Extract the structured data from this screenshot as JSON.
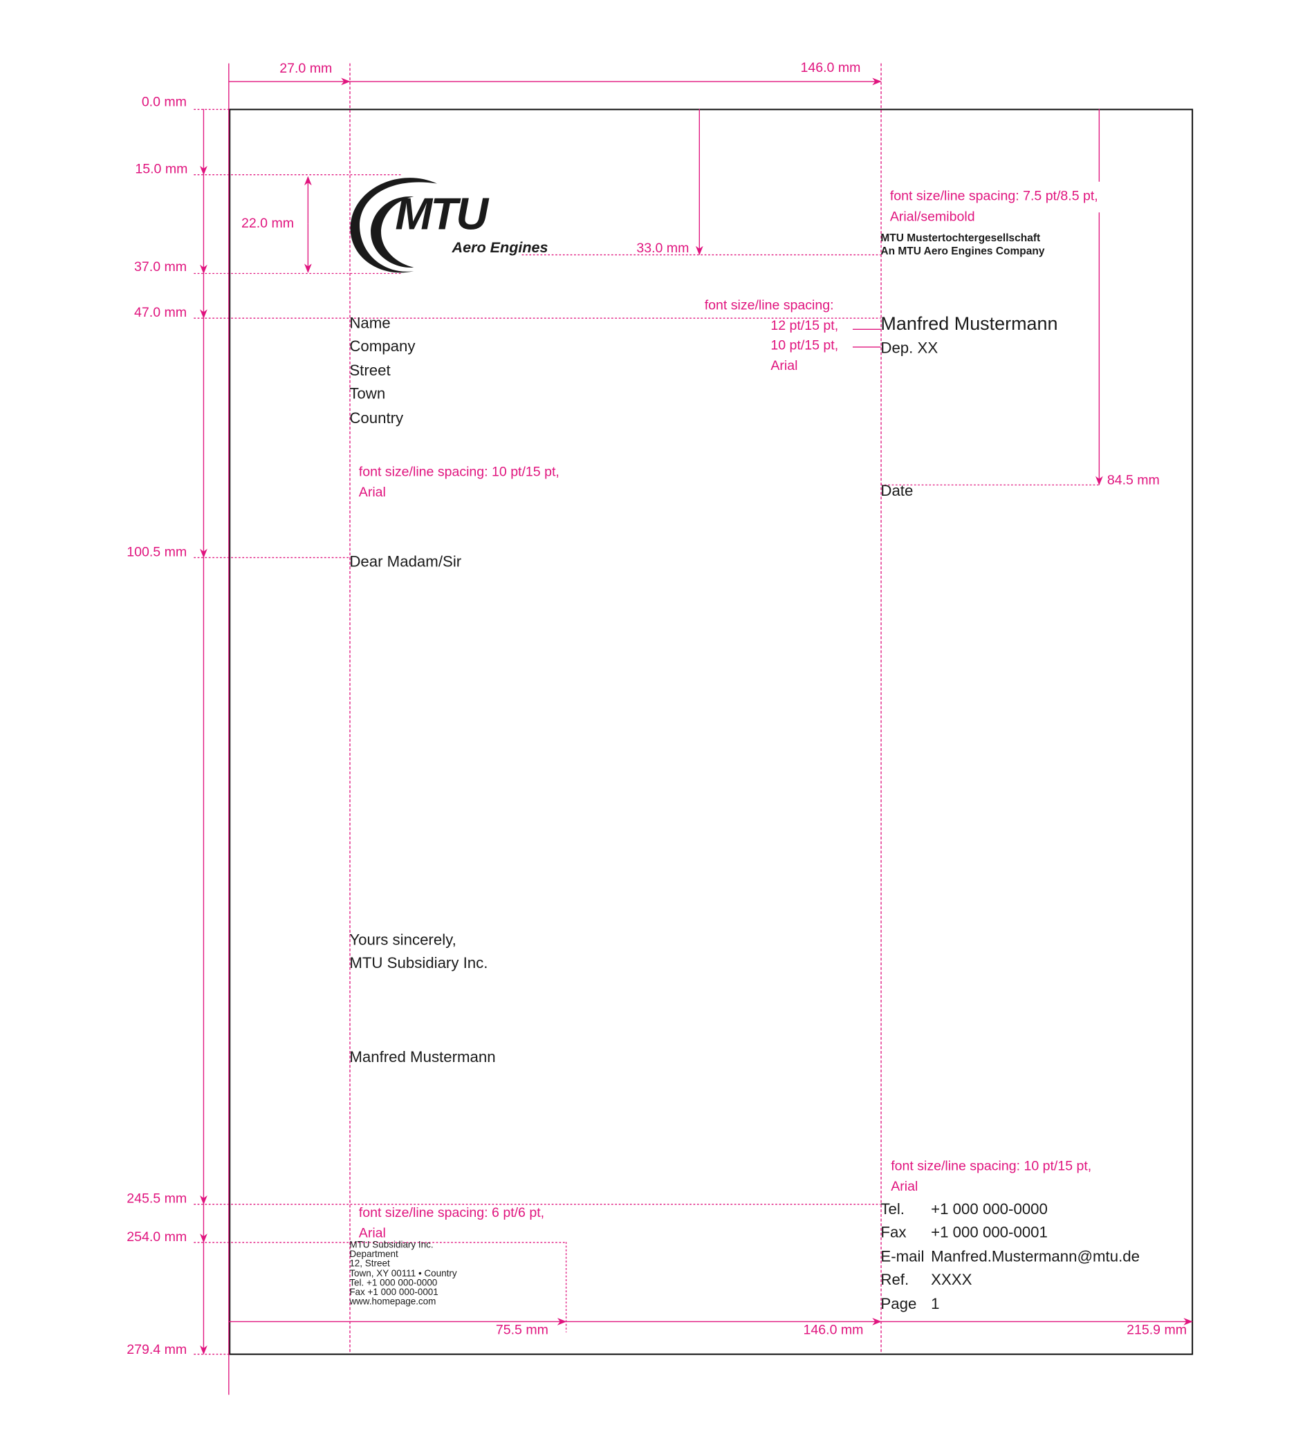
{
  "measurements": {
    "top": [
      "27.0 mm",
      "146.0 mm"
    ],
    "left": [
      "0.0 mm",
      "15.0 mm",
      "37.0 mm",
      "47.0 mm",
      "100.5 mm",
      "245.5 mm",
      "254.0 mm",
      "279.4 mm"
    ],
    "logo_height": "22.0 mm",
    "logo_baseline": "33.0 mm",
    "date_position": "84.5 mm",
    "bottom": [
      "75.5 mm",
      "146.0 mm",
      "215.9 mm"
    ]
  },
  "annotations": {
    "header": [
      "font size/line spacing: 7.5 pt/8.5 pt,",
      "Arial/semibold"
    ],
    "sender": [
      "font size/line spacing:",
      "12 pt/15 pt,",
      "10 pt/15 pt,",
      "Arial"
    ],
    "address": [
      "font size/line spacing: 10 pt/15 pt,",
      "Arial"
    ],
    "contact": [
      "font size/line spacing: 10 pt/15 pt,",
      "Arial"
    ],
    "footer": [
      "font size/line spacing: 6 pt/6 pt,",
      "Arial"
    ]
  },
  "logo": {
    "text": "MTU",
    "subtitle": "Aero Engines"
  },
  "company_header": [
    "MTU Mustertochtergesellschaft",
    "An MTU Aero Engines Company"
  ],
  "recipient": [
    "Name",
    "Company",
    "Street",
    "Town",
    "Country"
  ],
  "sender": {
    "name": "Manfred Mustermann",
    "department": "Dep. XX"
  },
  "date_label": "Date",
  "salutation": "Dear Madam/Sir",
  "closing": [
    "Yours sincerely,",
    "MTU Subsidiary Inc."
  ],
  "signature": "Manfred Mustermann",
  "contact": [
    {
      "label": "Tel.",
      "value": "+1 000 000-0000"
    },
    {
      "label": "Fax",
      "value": "+1 000 000-0001"
    },
    {
      "label": "E-mail",
      "value": "Manfred.Mustermann@mtu.de"
    },
    {
      "label": "Ref.",
      "value": "XXXX"
    },
    {
      "label": "Page",
      "value": "1"
    }
  ],
  "footer": [
    "MTU Subsidiary Inc.",
    "Department",
    "12, Street",
    "Town, XY 00111 • Country",
    "Tel.  +1 000 000-0000",
    "Fax +1 000 000-0001",
    "www.homepage.com"
  ],
  "colors": {
    "guide": "#e0147e",
    "text": "#1a1a1a"
  }
}
